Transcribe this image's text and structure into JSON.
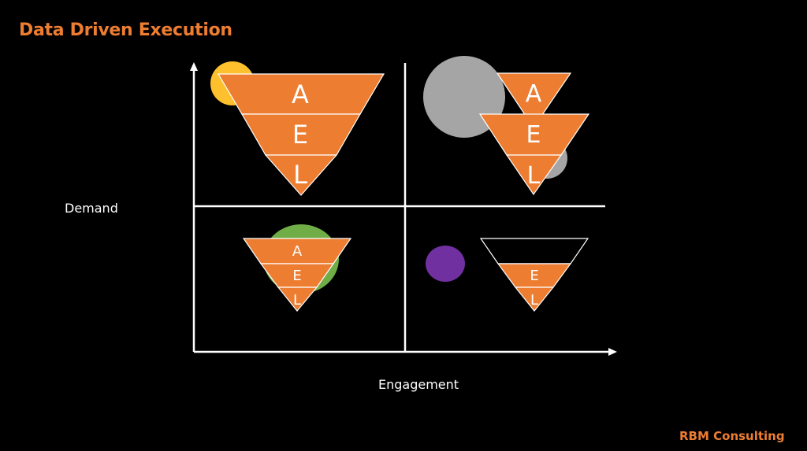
{
  "title": "Data Driven Execution",
  "brand": "RBM Consulting",
  "axes": {
    "y_label": "Demand",
    "x_label": "Engagement"
  },
  "funnel_letters": {
    "a": "A",
    "e": "E",
    "l": "L"
  },
  "colors": {
    "orange": "#ED7D31",
    "yellow": "#FFC02E",
    "gray": "#A5A5A5",
    "green": "#70AD47",
    "purple": "#7030A0"
  }
}
